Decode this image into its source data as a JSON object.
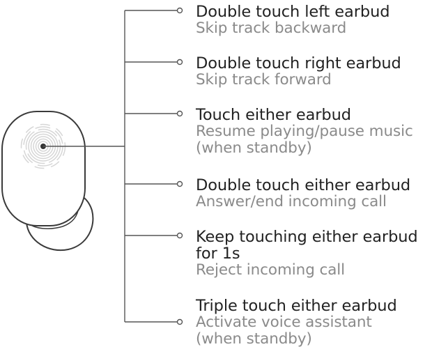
{
  "gestures": [
    {
      "title": "Double touch left earbud",
      "action": "Skip track backward"
    },
    {
      "title": "Double touch right earbud",
      "action": "Skip track forward"
    },
    {
      "title": "Touch either earbud",
      "action": "Resume playing/pause music\n(when standby)"
    },
    {
      "title": "Double touch either earbud",
      "action": "Answer/end incoming call"
    },
    {
      "title": "Keep touching either earbud\nfor 1s",
      "action": "Reject incoming call"
    },
    {
      "title": "Triple touch either earbud",
      "action": "Activate voice assistant\n(when standby)"
    }
  ],
  "colors": {
    "line": "#555555",
    "title_text": "#222222",
    "action_text": "#8a8a8a",
    "earbud_outline": "#3a3a3a",
    "fingerprint": "#d6d6d6",
    "touch_point": "#333333"
  },
  "icons": [
    "earbud-illustration",
    "fingerprint-icon",
    "touch-point-icon"
  ]
}
